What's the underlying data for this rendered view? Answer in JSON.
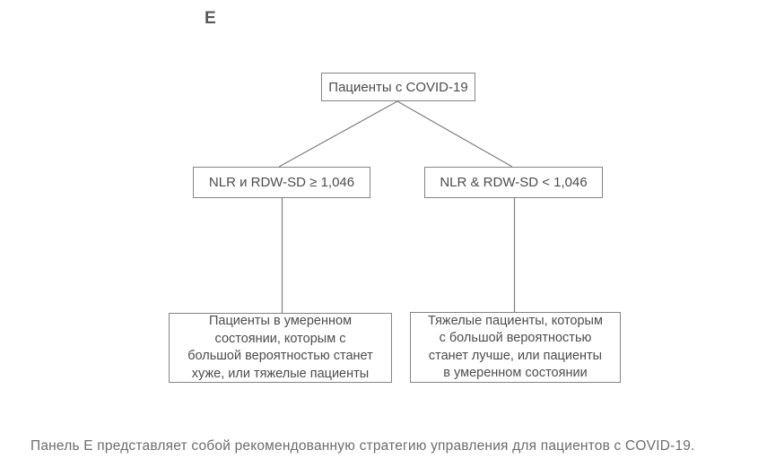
{
  "panel_label": "E",
  "flowchart": {
    "root_label": "Пациенты с COVID-19",
    "branch_left_label": "NLR и RDW-SD ≥ 1,046",
    "branch_right_label": "NLR & RDW-SD < 1,046",
    "outcome_left_lines": [
      "Пациенты в умеренном",
      "состоянии, которым с",
      "большой вероятностью станет",
      "хуже, или тяжелые пациенты"
    ],
    "outcome_right_lines": [
      "Тяжелые пациенты, которым",
      "с большой вероятностью",
      "станет лучше, или пациенты",
      "в умеренном состоянии"
    ]
  },
  "caption": "Панель E представляет собой рекомендованную стратегию управления для пациентов с COVID-19.",
  "colors": {
    "box_border": "#848484",
    "box_text": "#4d4d4d",
    "connector": "#7f7f7f",
    "caption_text": "#6d6d6d"
  }
}
